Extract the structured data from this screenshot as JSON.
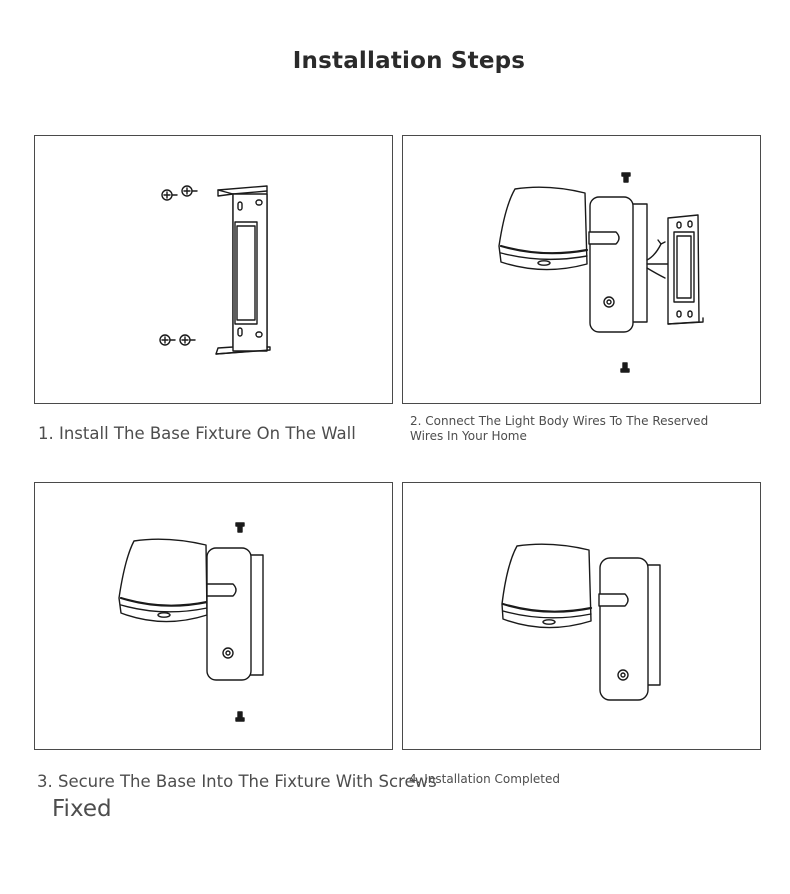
{
  "page": {
    "title": "Installation Steps"
  },
  "steps": [
    {
      "caption": "1. Install The Base Fixture On The Wall",
      "illustration": "mounting-bracket-with-screws"
    },
    {
      "caption": "2. Connect The Light Body Wires To The Reserved Wires In Your Home",
      "illustration": "lamp-body-wire-connection"
    },
    {
      "caption_line1": "3. Secure The Base Into The Fixture With Screws",
      "caption_line2": "Fixed",
      "illustration": "lamp-secured-with-screws"
    },
    {
      "caption": "4. Installation Completed",
      "illustration": "lamp-installed"
    }
  ],
  "colors": {
    "line": "#1a1a1a",
    "panel_border": "#4a4a4a",
    "caption_text": "#4d4d4d",
    "title_text": "#2a2a2a"
  }
}
